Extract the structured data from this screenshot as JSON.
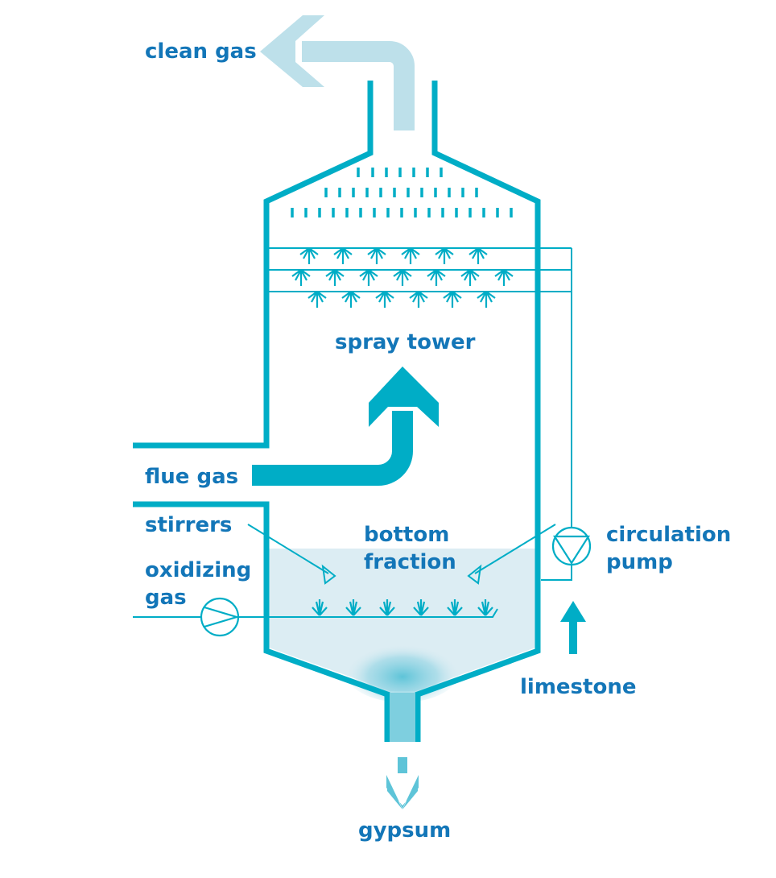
{
  "labels": {
    "clean_gas": "clean gas",
    "spray_tower": "spray tower",
    "flue_gas": "flue gas",
    "stirrers": "stirrers",
    "bottom_fraction_1": "bottom",
    "bottom_fraction_2": "fraction",
    "circulation_pump_1": "circulation",
    "circulation_pump_2": "pump",
    "oxidizing_gas_1": "oxidizing",
    "oxidizing_gas_2": "gas",
    "limestone": "limestone",
    "gypsum": "gypsum"
  },
  "colors": {
    "vessel": "#00adc6",
    "text": "#1376b8",
    "clean_gas_arrow": "#bde0ea",
    "slurry": "#dcedf3",
    "gypsum": "#5ec4d8"
  }
}
